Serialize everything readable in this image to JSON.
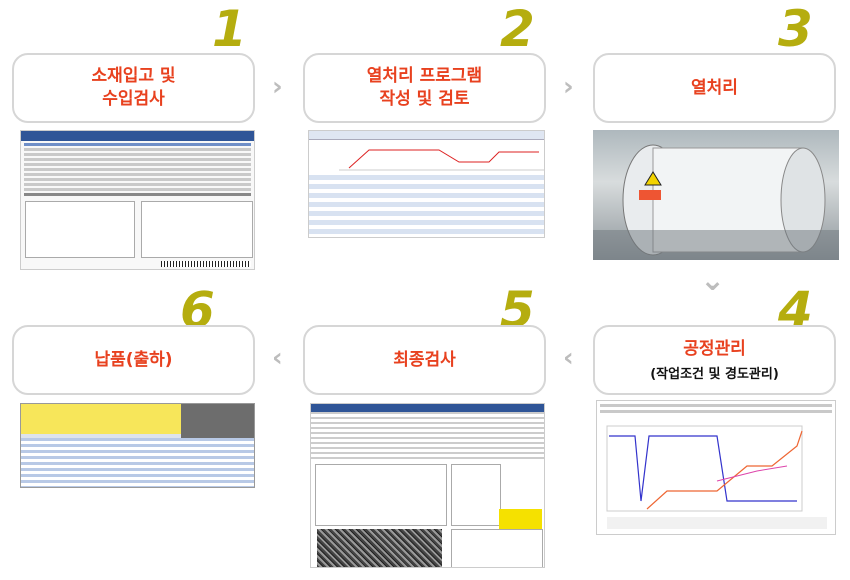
{
  "steps": [
    {
      "number": "1",
      "title_line1": "소재입고 및",
      "title_line2": "수입검사",
      "image": "incoming-inspection-document"
    },
    {
      "number": "2",
      "title_line1": "열처리 프로그램",
      "title_line2": "작성 및 검토",
      "image": "program-parameter-table"
    },
    {
      "number": "3",
      "title_line1": "열처리",
      "title_line2": "",
      "image": "vacuum-furnace-photo"
    },
    {
      "number": "4",
      "title_line1": "공정관리",
      "subtitle": "(작업조건 및 경도관리)",
      "image": "process-curve-chart"
    },
    {
      "number": "5",
      "title_line1": "최종검사",
      "title_line2": "",
      "image": "final-inspection-report"
    },
    {
      "number": "6",
      "title_line1": "납품(출하)",
      "title_line2": "",
      "image": "shipping-software-screen"
    }
  ],
  "arrows": {
    "right": "›",
    "left": "‹",
    "down": "⌄"
  },
  "colors": {
    "number": "#b5ad0f",
    "title": "#e8411f",
    "box_border": "#d6d6d6",
    "arrow": "#bdbdbd"
  }
}
